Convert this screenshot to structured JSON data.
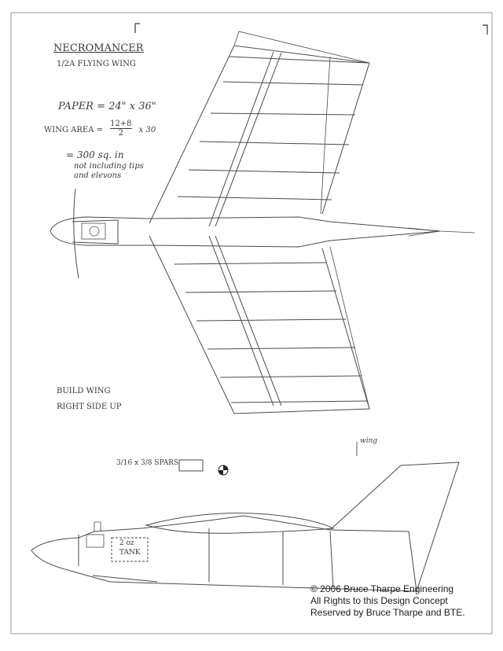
{
  "notes": {
    "title": "NECROMANCER",
    "subtitle": "1/2A FLYING WING",
    "paper": "PAPER = 24\" x 36\"",
    "wing_area_label": "WING AREA =",
    "wing_area_fraction_num": "12+8",
    "wing_area_fraction_den": "2",
    "wing_area_mult": "x 30",
    "wing_area_result": "= 300 sq. in",
    "not_including_1": "not including tips",
    "not_including_2": "and elevons",
    "build_1": "BUILD WING",
    "build_2": "RIGHT SIDE UP",
    "spars": "3/16 x 3/8 SPARS",
    "cl_wing": "wing",
    "tank_1": "2 oz",
    "tank_2": "TANK"
  },
  "copyright": {
    "line1": "© 2006 Bruce Tharpe Engineering",
    "line2": "All Rights to this Design Concept",
    "line3": "Reserved by Bruce Tharpe and BTE."
  },
  "colors": {
    "ink": "#3a3a3a",
    "paper": "#ffffff"
  }
}
